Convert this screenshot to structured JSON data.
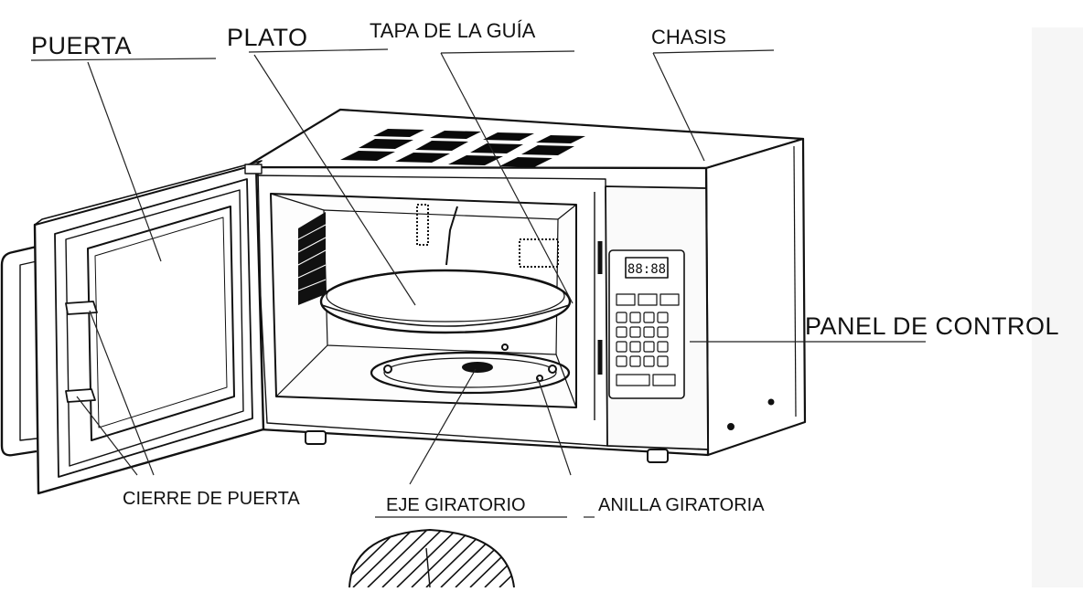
{
  "diagram": {
    "labels": {
      "door": "PUERTA",
      "plate": "PLATO",
      "guide_cover": "TAPA DE LA GUÍA",
      "chassis": "CHASIS",
      "control_panel": "PANEL DE CONTROL",
      "door_latch": "CIERRE DE PUERTA",
      "rotating_shaft": "EJE GIRATORIO",
      "rotating_ring": "ANILLA GIRATORIA"
    },
    "display_readout": "88:88",
    "colors": {
      "ink": "#111111",
      "paper": "#ffffff",
      "vents": "#0a0a0a",
      "grey": "#d9d9d9"
    }
  }
}
